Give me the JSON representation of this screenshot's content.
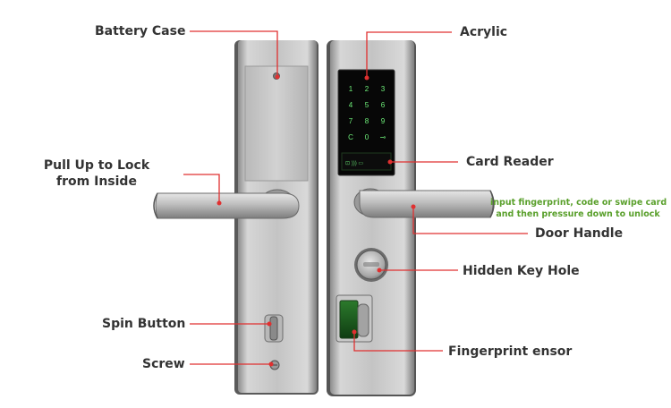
{
  "labels": {
    "battery_case": "Battery Case",
    "pull_up_line1": "Pull Up to Lock",
    "pull_up_line2": "from Inside",
    "spin_button": "Spin Button",
    "screw": "Screw",
    "acrylic": "Acrylic",
    "card_reader": "Card Reader",
    "door_handle": "Door Handle",
    "hidden_key_hole": "Hidden Key Hole",
    "fingerprint_sensor": "Fingerprint ensor"
  },
  "note": {
    "line1": "input fingerprint, code or swipe card",
    "line2": "and then pressure down to unlock"
  },
  "keypad": {
    "row1": [
      "1",
      "2",
      "3"
    ],
    "row2": [
      "4",
      "5",
      "6"
    ],
    "row3": [
      "7",
      "8",
      "9"
    ],
    "row4": [
      "C",
      "0",
      "⊸"
    ]
  },
  "colors": {
    "label_text": "#333333",
    "leader_line": "#e03030",
    "note_text": "#5aa02c",
    "keypad_glow": "#6ff07a"
  }
}
